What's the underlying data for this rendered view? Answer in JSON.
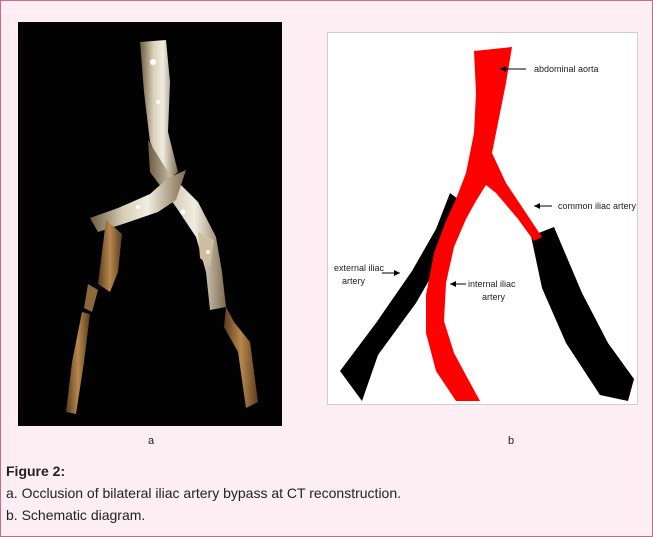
{
  "figure": {
    "panel_a_letter": "a",
    "panel_b_letter": "b",
    "caption_title": "Figure 2:",
    "caption_lines": [
      "a. Occlusion of bilateral iliac artery bypass at CT reconstruction.",
      "b. Schematic diagram."
    ]
  },
  "diagram": {
    "labels": {
      "abdominal_aorta": "abdominal aorta",
      "common_iliac": "common iliac artery",
      "external_iliac_1": "external iliac",
      "external_iliac_2": "artery",
      "internal_iliac_1": "internal iliac",
      "internal_iliac_2": "artery"
    },
    "colors": {
      "patent": "#ff0000",
      "occluded": "#000000"
    }
  }
}
